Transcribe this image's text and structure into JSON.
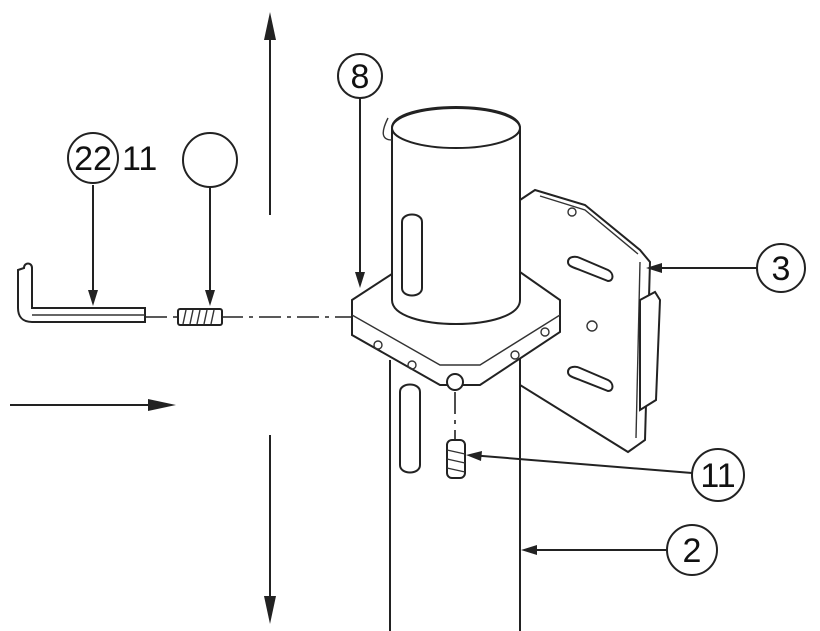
{
  "callouts": {
    "part_22": "22",
    "part_11_top": "11",
    "part_8": "8",
    "part_3": "3",
    "part_11_right": "11",
    "part_2": "2",
    "empty_balloon": ""
  },
  "colors": {
    "line": "#222222",
    "background": "#ffffff"
  },
  "icons": [
    "hex-key-icon",
    "set-screw-icon",
    "pole-clamp-icon",
    "mounting-bracket-icon",
    "pole-icon",
    "direction-arrow-icon"
  ]
}
